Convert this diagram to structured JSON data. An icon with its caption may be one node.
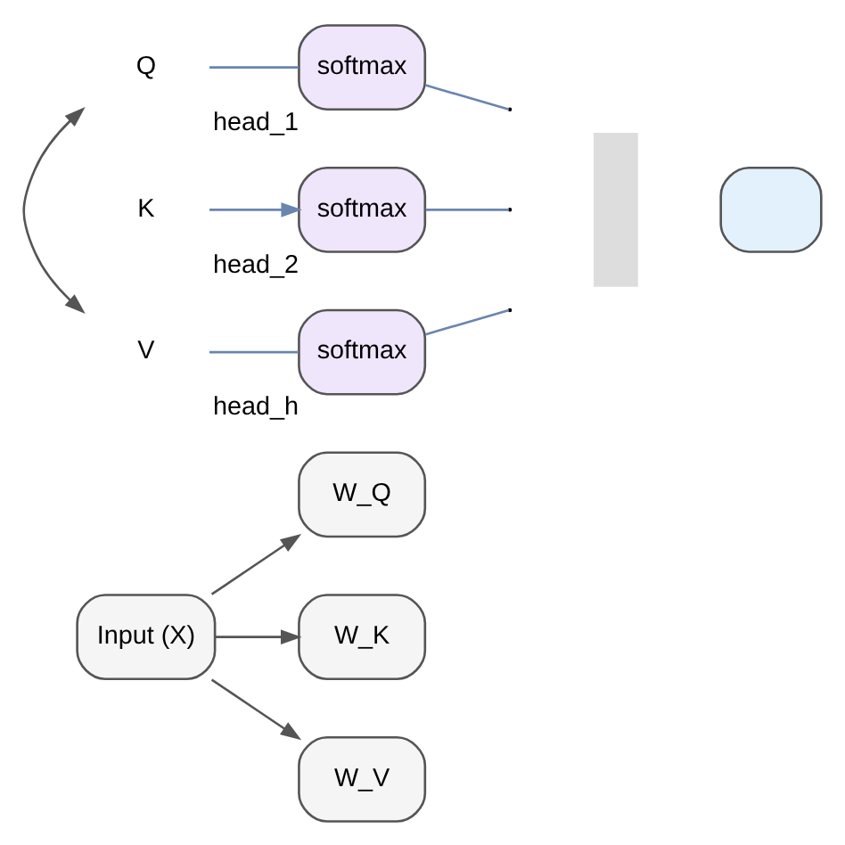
{
  "diagram": {
    "nodes": [
      {
        "text": [
          "Input (X)"
        ]
      },
      {
        "text": [
          "W_Q"
        ]
      },
      {
        "text": [
          "W_K"
        ]
      },
      {
        "text": [
          "W_V"
        ]
      },
      {
        "text": [
          "Q"
        ]
      },
      {
        "text": [
          "K"
        ]
      },
      {
        "text": [
          "V"
        ]
      },
      {
        "text": [
          "softmax"
        ],
        "beside": [
          "head_1"
        ]
      },
      {
        "text": [
          "softmax"
        ],
        "beside": [
          "head_2"
        ]
      },
      {
        "text": [
          "softmax"
        ],
        "beside": [
          "head_h"
        ]
      },
      {
        "text": [],
        "shape": "bar"
      },
      {
        "text": [],
        "shape": "box"
      }
    ],
    "edges": [
      {
        "from": 0,
        "to": 1,
        "arrow": "to",
        "color": "#555555"
      },
      {
        "from": 0,
        "to": 2,
        "arrow": "to",
        "color": "#555555"
      },
      {
        "from": 0,
        "to": 3,
        "arrow": "to",
        "color": "#555555"
      },
      {
        "from": 4,
        "to": 6,
        "arrow": "both",
        "color": "#555555"
      },
      {
        "from": 4,
        "to": 7,
        "arrow": "none"
      },
      {
        "from": 5,
        "to": 8,
        "arrow": "to"
      },
      {
        "from": 6,
        "to": 9,
        "arrow": "none"
      },
      {
        "from": 7,
        "to": null,
        "arrow": "none"
      },
      {
        "from": 8,
        "to": null,
        "arrow": "none"
      },
      {
        "from": 9,
        "to": null,
        "arrow": "none"
      }
    ]
  }
}
